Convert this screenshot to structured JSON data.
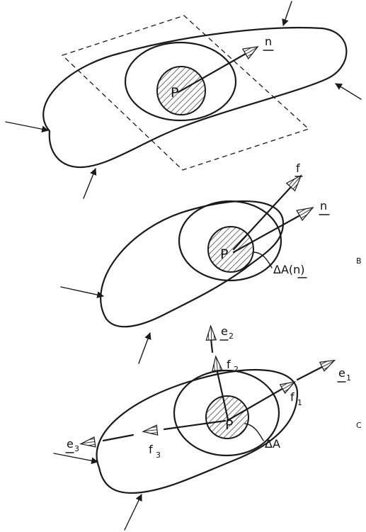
{
  "panel_a": {
    "point_label": "P",
    "normal_label": "n"
  },
  "panel_b": {
    "point_label": "P",
    "force_label": "f",
    "normal_label": "n",
    "area_label": "ΔA(n)",
    "panel_letter": "B"
  },
  "panel_c": {
    "point_label": "P",
    "area_label": "ΔA",
    "panel_letter": "C",
    "basis": [
      {
        "label": "e",
        "sub": "1"
      },
      {
        "label": "e",
        "sub": "2"
      },
      {
        "label": "e",
        "sub": "3"
      }
    ],
    "forces": [
      {
        "label": "f",
        "sub": "1"
      },
      {
        "label": "f",
        "sub": "2"
      },
      {
        "label": "f",
        "sub": "3"
      }
    ]
  }
}
